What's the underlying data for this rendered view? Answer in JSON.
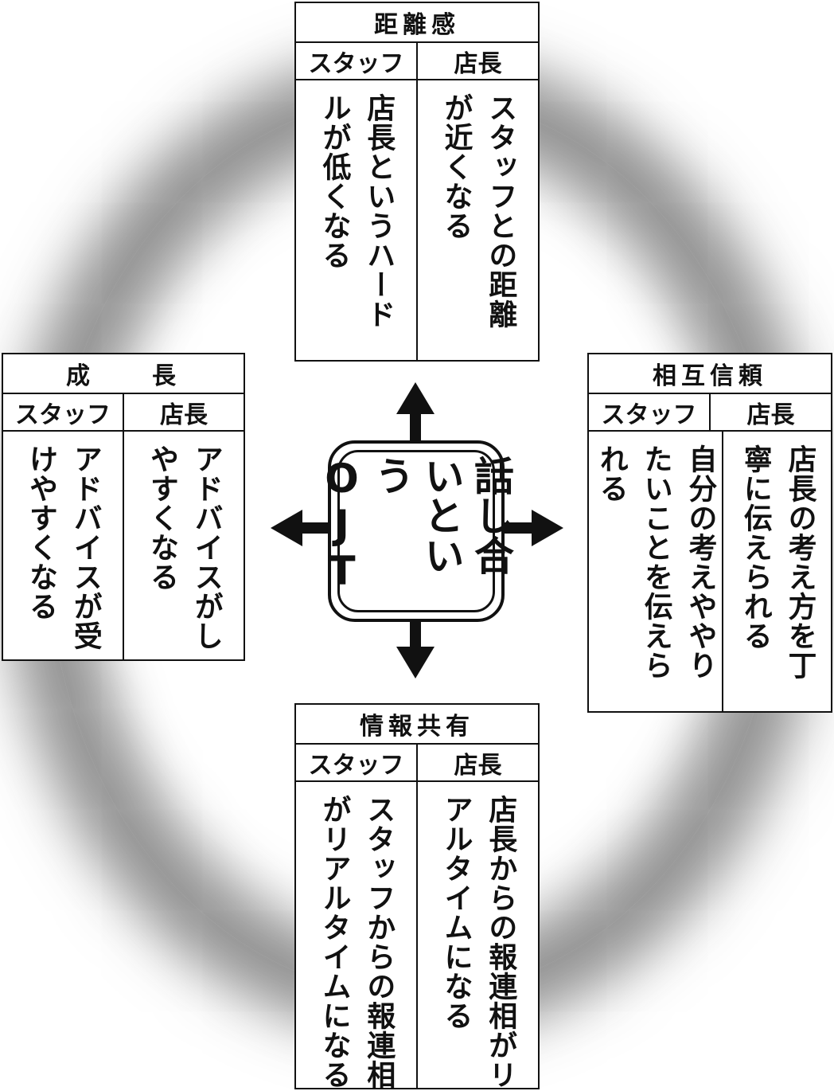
{
  "center": {
    "text": "話し合いというOJT"
  },
  "quadrants": {
    "top": {
      "title": "距離感",
      "staff_label": "スタッフ",
      "manager_label": "店長",
      "staff_text": "店長というハードルが低くなる",
      "manager_text": "スタッフとの距離が近くなる"
    },
    "right": {
      "title": "相互信頼",
      "staff_label": "スタッフ",
      "manager_label": "店長",
      "staff_text": "自分の考えややりたいことを伝えられる",
      "manager_text": "店長の考え方を丁寧に伝えられる"
    },
    "left": {
      "title": "成　　長",
      "staff_label": "スタッフ",
      "manager_label": "店長",
      "staff_text": "アドバイスが受けやすくなる",
      "manager_text": "アドバイスがしやすくなる"
    },
    "bottom": {
      "title": "情報共有",
      "staff_label": "スタッフ",
      "manager_label": "店長",
      "staff_text": "スタッフからの報連相がリアルタイムになる",
      "manager_text": "店長からの報連相がリアルタイムになる"
    }
  }
}
